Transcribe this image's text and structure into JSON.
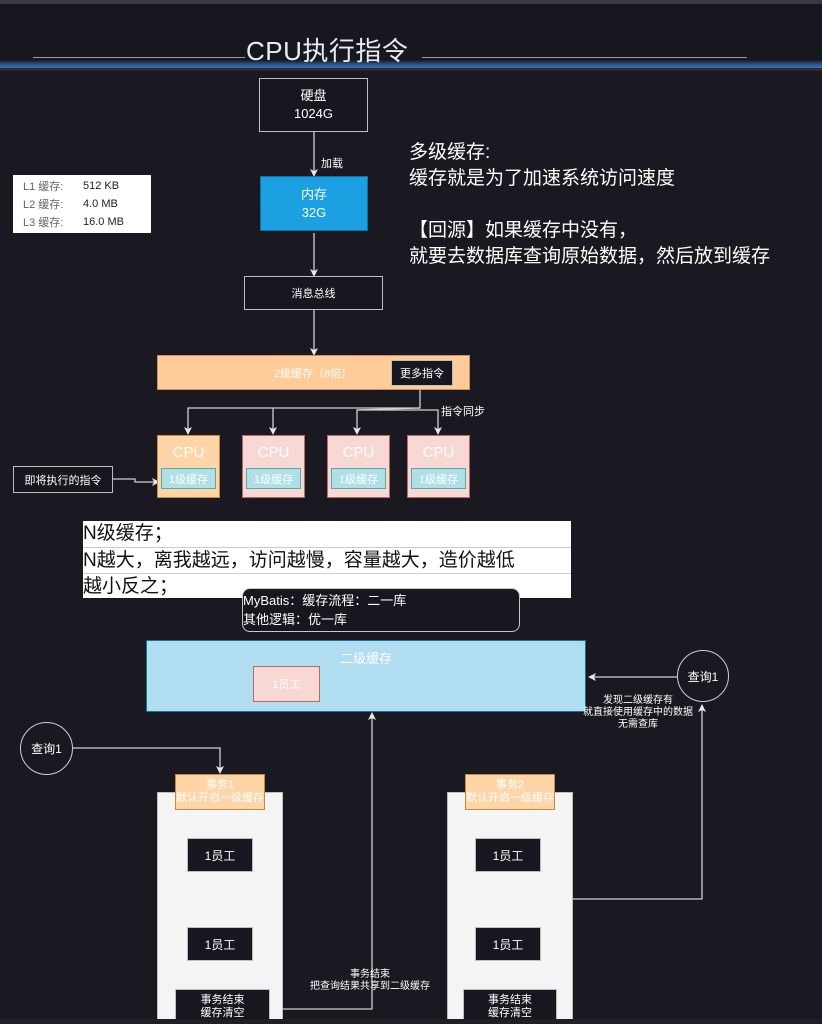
{
  "header": {
    "title": "CPU执行指令"
  },
  "flow": {
    "disk": {
      "name": "硬盘",
      "size": "1024G"
    },
    "load_label": "加载",
    "memory": {
      "name": "内存",
      "size": "32G"
    },
    "bus": "消息总线",
    "l2_cache": "2级缓存（8倍）",
    "more_instructions": "更多指令",
    "instruction_sync": "指令同步",
    "pending_instruction": "即将执行的指令",
    "cpus": [
      {
        "label": "CPU",
        "l1": "1级缓存"
      },
      {
        "label": "CPU",
        "l1": "1级缓存"
      },
      {
        "label": "CPU",
        "l1": "1级缓存"
      },
      {
        "label": "CPU",
        "l1": "1级缓存"
      }
    ]
  },
  "cache_info": [
    {
      "level": "L1 缓存:",
      "value": "512 KB"
    },
    {
      "level": "L2 缓存:",
      "value": "4.0 MB"
    },
    {
      "level": "L3 缓存:",
      "value": "16.0 MB"
    }
  ],
  "notes": {
    "multi_cache_title": "多级缓存:",
    "multi_cache_desc": "缓存就是为了加速系统访问速度",
    "fallback_line1": "【回源】如果缓存中没有，",
    "fallback_line2": "就要去数据库查询原始数据，然后放到缓存"
  },
  "n_level_note": [
    "N级缓存；",
    "N越大，离我越远，访问越慢，容量越大，造价越低",
    "越小反之；"
  ],
  "mybatis_note": {
    "line1": "MyBatis：缓存流程：二一库",
    "line2": "其他逻辑：优一库"
  },
  "mybatis": {
    "second_level_cache": "二级缓存",
    "cached_employee": "1员工",
    "query_left": "查询1",
    "query_right": "查询1",
    "hit_note": [
      "发现二级缓存有",
      "就直接使用缓存中的数据",
      "无需查库"
    ],
    "share_note": [
      "事务结束",
      "把查询结果共享到二级缓存"
    ],
    "transactions": [
      {
        "title": "事务1",
        "subtitle": "默认开启一级缓存",
        "employees": [
          "1员工",
          "1员工"
        ],
        "end": [
          "事务结束",
          "缓存清空"
        ]
      },
      {
        "title": "事务2",
        "subtitle": "默认开启一级缓存",
        "employees": [
          "1员工",
          "1员工"
        ],
        "end": [
          "事务结束",
          "缓存清空"
        ]
      }
    ]
  }
}
